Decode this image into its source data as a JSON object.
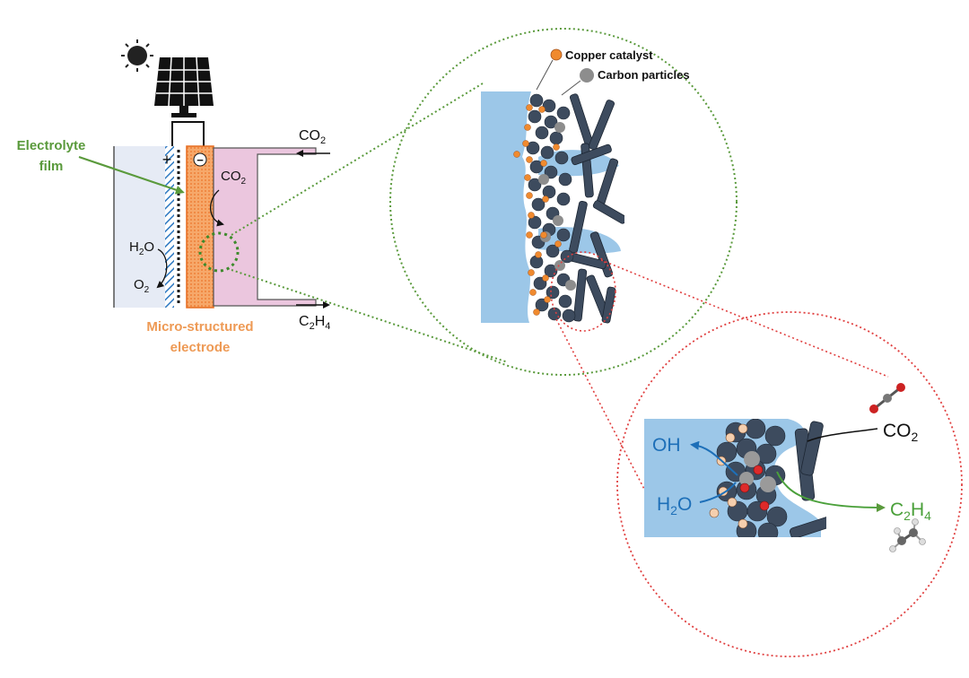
{
  "labels": {
    "electrolyte_line1": "Electrolyte",
    "electrolyte_line2": "film",
    "electrode_line1": "Micro-structured",
    "electrode_line2": "electrode",
    "copper": "Copper catalyst",
    "carbon": "Carbon particles"
  },
  "formulas": {
    "co2_base": "CO",
    "co2_sub": "2",
    "h2o_h": "H",
    "h2o_sub": "2",
    "h2o_o": "O",
    "o2_base": "O",
    "o2_sub": "2",
    "c2h4_c": "C",
    "c2h4_sub1": "2",
    "c2h4_h": "H",
    "c2h4_sub2": "4",
    "oh": "OH"
  },
  "signs": {
    "plus": "+",
    "minus": "−"
  },
  "colors": {
    "green": "#5a9a3c",
    "orange": "#ee9a55",
    "electrolyte_blue": "#9cc7e8",
    "membrane_light": "#e6ebf5",
    "pink": "#ebc6de",
    "carbon_dark": "#3d4b5e",
    "copper": "#f08a2e",
    "red_dot": "#dd2a2a",
    "ink_blue": "#1d6fb8",
    "green_dotted": "#5a9a3c",
    "red_dotted": "#e04040"
  }
}
